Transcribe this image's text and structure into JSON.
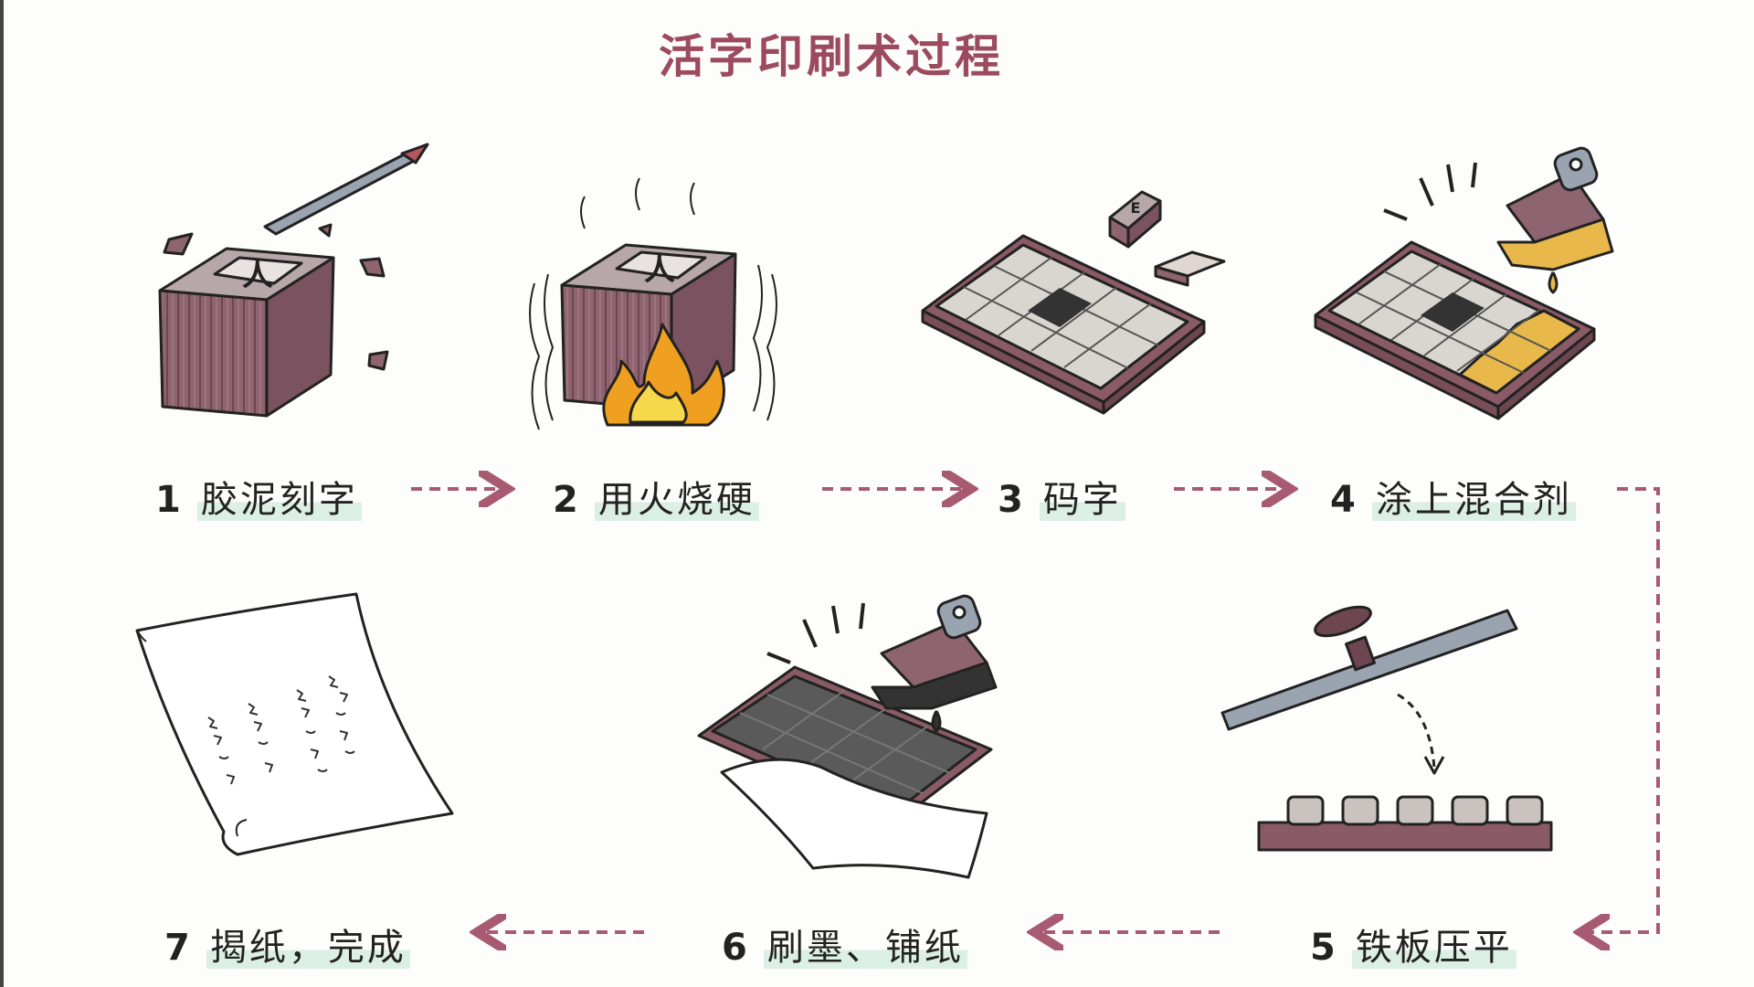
{
  "title": "活字印刷术过程",
  "steps": [
    {
      "num": "1",
      "label": "胶泥刻字"
    },
    {
      "num": "2",
      "label": "用火烧硬"
    },
    {
      "num": "3",
      "label": "码字"
    },
    {
      "num": "4",
      "label": "涂上混合剂"
    },
    {
      "num": "5",
      "label": "铁板压平"
    },
    {
      "num": "6",
      "label": "刷墨、铺纸"
    },
    {
      "num": "7",
      "label": "揭纸，完成"
    }
  ],
  "block_glyph": "人",
  "small_block_glyph": "E",
  "colors": {
    "title": "#9c4a5e",
    "arrow": "#a85a70",
    "clay": "#8e6470",
    "clay_top": "#b7a6aa",
    "tray": "#8a5b66",
    "grid_cell": "#d9d6d0",
    "glue": "#e8b84a",
    "fire": "#f0a020",
    "ink": "#333333",
    "iron": "#9aa3b0",
    "label_highlight": "#dcefe4"
  }
}
